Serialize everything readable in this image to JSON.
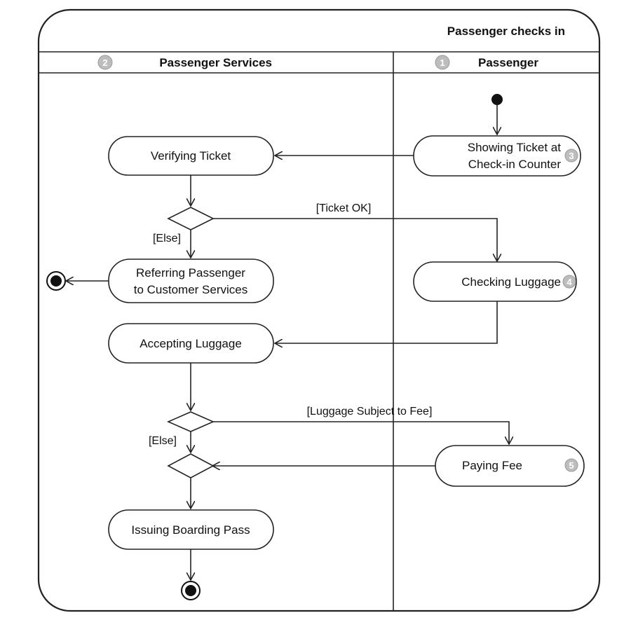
{
  "diagram": {
    "title": "Passenger checks in",
    "lanes": {
      "passenger_services": {
        "label": "Passenger Services",
        "badge": "2"
      },
      "passenger": {
        "label": "Passenger",
        "badge": "1"
      }
    },
    "actions": {
      "showing_ticket": {
        "line1": "Showing Ticket at",
        "line2": "Check-in Counter",
        "badge": "3"
      },
      "verifying_ticket": {
        "label": "Verifying Ticket"
      },
      "referring_passenger": {
        "line1": "Referring Passenger",
        "line2": "to Customer Services"
      },
      "checking_luggage": {
        "label": "Checking Luggage",
        "badge": "4"
      },
      "accepting_luggage": {
        "label": "Accepting Luggage"
      },
      "paying_fee": {
        "label": "Paying Fee",
        "badge": "5"
      },
      "issuing_boarding_pass": {
        "label": "Issuing Boarding Pass"
      }
    },
    "guards": {
      "ticket_ok": "[Ticket OK]",
      "else_1": "[Else]",
      "luggage_fee": "[Luggage Subject to Fee]",
      "else_2": "[Else]"
    }
  }
}
